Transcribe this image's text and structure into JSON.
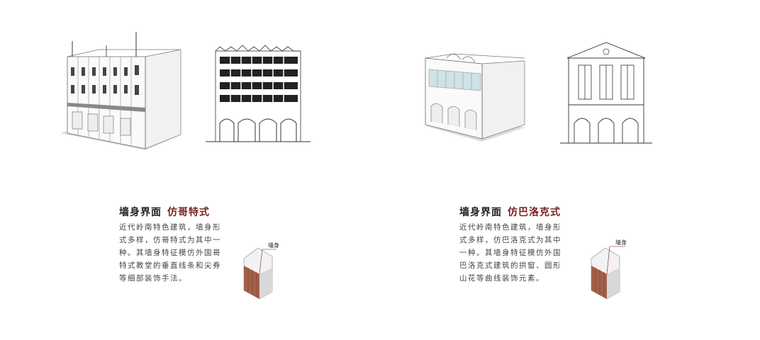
{
  "panels": [
    {
      "heading": "墙身界面",
      "style_name": "仿哥特式",
      "description": "近代岭南特色建筑，墙身形式多样，仿哥特式为其中一种。其墙身特征模仿外国哥特式教堂的垂直线条和尖券等细部装饰手法。",
      "callout": "墙身"
    },
    {
      "heading": "墙身界面",
      "style_name": "仿巴洛克式",
      "description": "近代岭南特色建筑，墙身形式多样，仿巴洛克式为其中一种。其墙身特征模仿外国巴洛克式建筑的拱窗、圆形山花等曲线装饰元素。",
      "callout": "墙身"
    }
  ],
  "colors": {
    "accent": "#7a1f1f",
    "wall_brown": "#a4614a",
    "line": "#333333"
  }
}
